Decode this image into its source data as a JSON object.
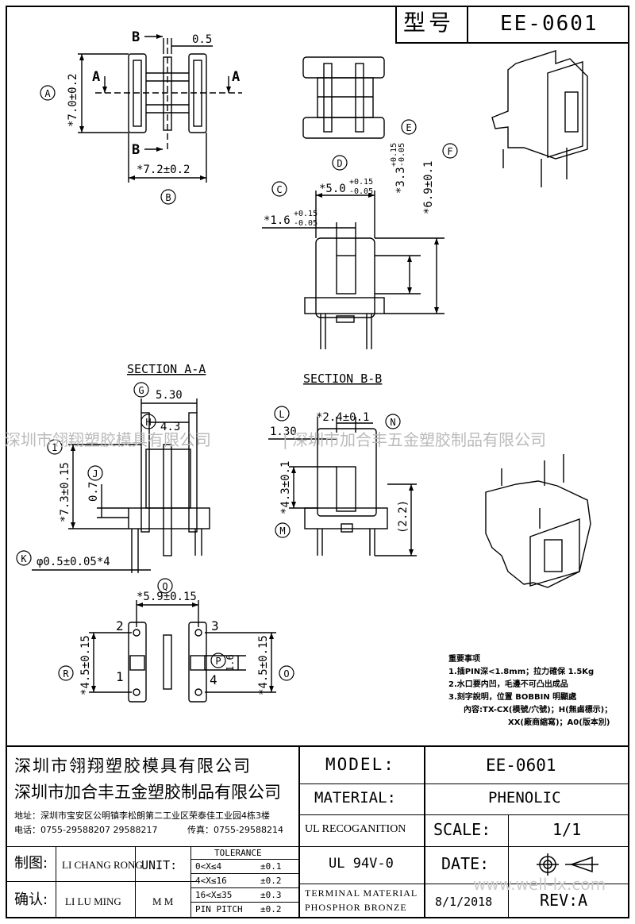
{
  "header": {
    "type_label": "型号",
    "model": "EE-0601"
  },
  "drawing": {
    "callouts": [
      "A",
      "B",
      "C",
      "D",
      "E",
      "F",
      "G",
      "H",
      "I",
      "J",
      "K",
      "L",
      "M",
      "N",
      "P",
      "Q",
      "R",
      "O"
    ],
    "dims": {
      "top_b": "B",
      "top_a": "A",
      "gap": "0.5",
      "height": "*7.0±0.2",
      "width": "*7.2±0.2",
      "c_main": "*1.6",
      "c_tol_up": "+0.15",
      "c_tol_dn": "-0.05",
      "d_main": "*5.0",
      "d_tol_up": "+0.15",
      "d_tol_dn": "-0.05",
      "e_main": "*3.3",
      "e_tol_up": "+0.15",
      "e_tol_dn": "-0.05",
      "f_dim": "*6.9±0.1",
      "g_dim": "5.30",
      "h_dim": "4.3",
      "i_dim": "*7.3±0.15",
      "j_dim": "0.7",
      "k_dim": "φ0.5±0.05*4",
      "l_dim": "1.30",
      "n_dim": "*2.4±0.1",
      "m_dim": "*4.3±0.1",
      "ref_dim": "(2.2)",
      "q_dim": "*5.9±0.15",
      "r_dim": "*4.5±0.15",
      "o_dim": "*4.5±0.15",
      "p_dim": "1.6",
      "pin1": "1",
      "pin2": "2",
      "pin3": "3",
      "pin4": "4"
    },
    "section_aa": "SECTION A-A",
    "section_bb": "SECTION B-B",
    "notes": {
      "title": "重要事项",
      "line1": "1.插PIN深<1.8mm；拉力確保 1.5Kg",
      "line2": "2.水口要内凹，毛邊不可凸出成品",
      "line3": "3.刻字說明，位置 BOBBIN 明顯處",
      "line4": "內容:TX-CX(模號/穴號)；H(無鹵標示)；",
      "line5": "XX(廠商縮寫)；A0(版本別)"
    }
  },
  "watermark": {
    "left": "深圳市翎翔塑胶模具有限公司",
    "sep": "|",
    "right": "深圳市加合丰五金塑胶制品有限公司",
    "site": "www.well-lx.com"
  },
  "titleblock": {
    "company1": "深圳市翎翔塑胶模具有限公司",
    "company2": "深圳市加合丰五金塑胶制品有限公司",
    "address": "地址：深圳市宝安区公明镇李松朗第二工业区荣泰佳工业园4栋3楼",
    "phone": "电话：0755-29588207 29588217",
    "fax": "传真：0755-29588214",
    "drawn_label": "制图:",
    "drawn_by": "LI CHANG RONG",
    "checked_label": "确认:",
    "checked_by": "LI LU MING",
    "unit_label": "UNIT:",
    "unit_value": "M M",
    "tol_title": "TOLERANCE",
    "tol_rows": [
      {
        "range": "0<X≤4",
        "val": "±0.1"
      },
      {
        "range": "4<X≤16",
        "val": "±0.2"
      },
      {
        "range": "16<X≤35",
        "val": "±0.3"
      },
      {
        "range": "PIN PITCH",
        "val": "±0.2"
      }
    ],
    "model_label": "MODEL:",
    "model_value": "EE-0601",
    "material_label": "MATERIAL:",
    "material_value": "PHENOLIC",
    "ul_label": "UL RECOGANITION",
    "ul_value": "UL 94V-0",
    "scale_label": "SCALE:",
    "scale_value": "1/1",
    "date_label": "DATE:",
    "date_value": "8/1/2018",
    "terminal_label1": "TERMINAL MATERIAL",
    "terminal_label2": "PHOSPHOR BRONZE",
    "rev_label": "REV:A"
  }
}
